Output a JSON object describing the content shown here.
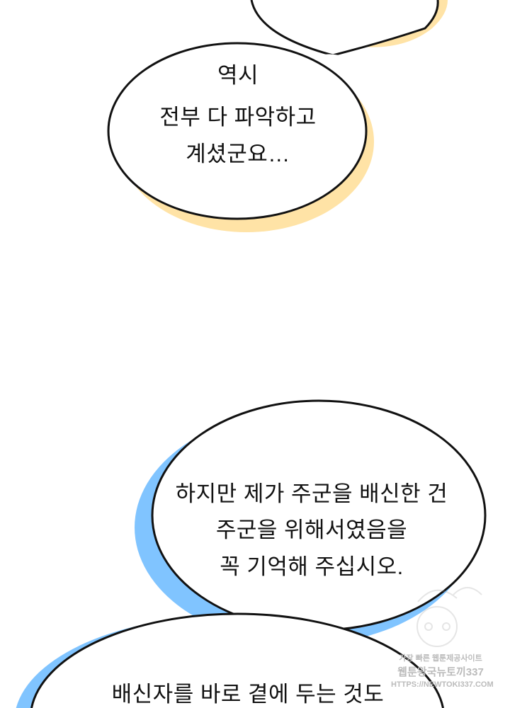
{
  "bubble_top": {
    "lines": [
      "역시",
      "전부 다 파악하고",
      "계셨군요…"
    ],
    "shadow_color": "#FFE3A6"
  },
  "bubble_middle": {
    "lines": [
      "하지만 제가 주군을 배신한 건",
      "주군을 위해서였음을",
      "꼭 기억해 주십시오."
    ],
    "shadow_color": "#80C4FF"
  },
  "bubble_bottom": {
    "lines": [
      "배신자를 바로 곁에 두는 것도"
    ],
    "shadow_color": "#80C4FF"
  },
  "watermark": {
    "line1": "가장 빠른 웹툰제공사이트",
    "line2": "웹툰왕국뉴토끼337",
    "line3": "HTTPS://NEWTOKI337.COM"
  }
}
